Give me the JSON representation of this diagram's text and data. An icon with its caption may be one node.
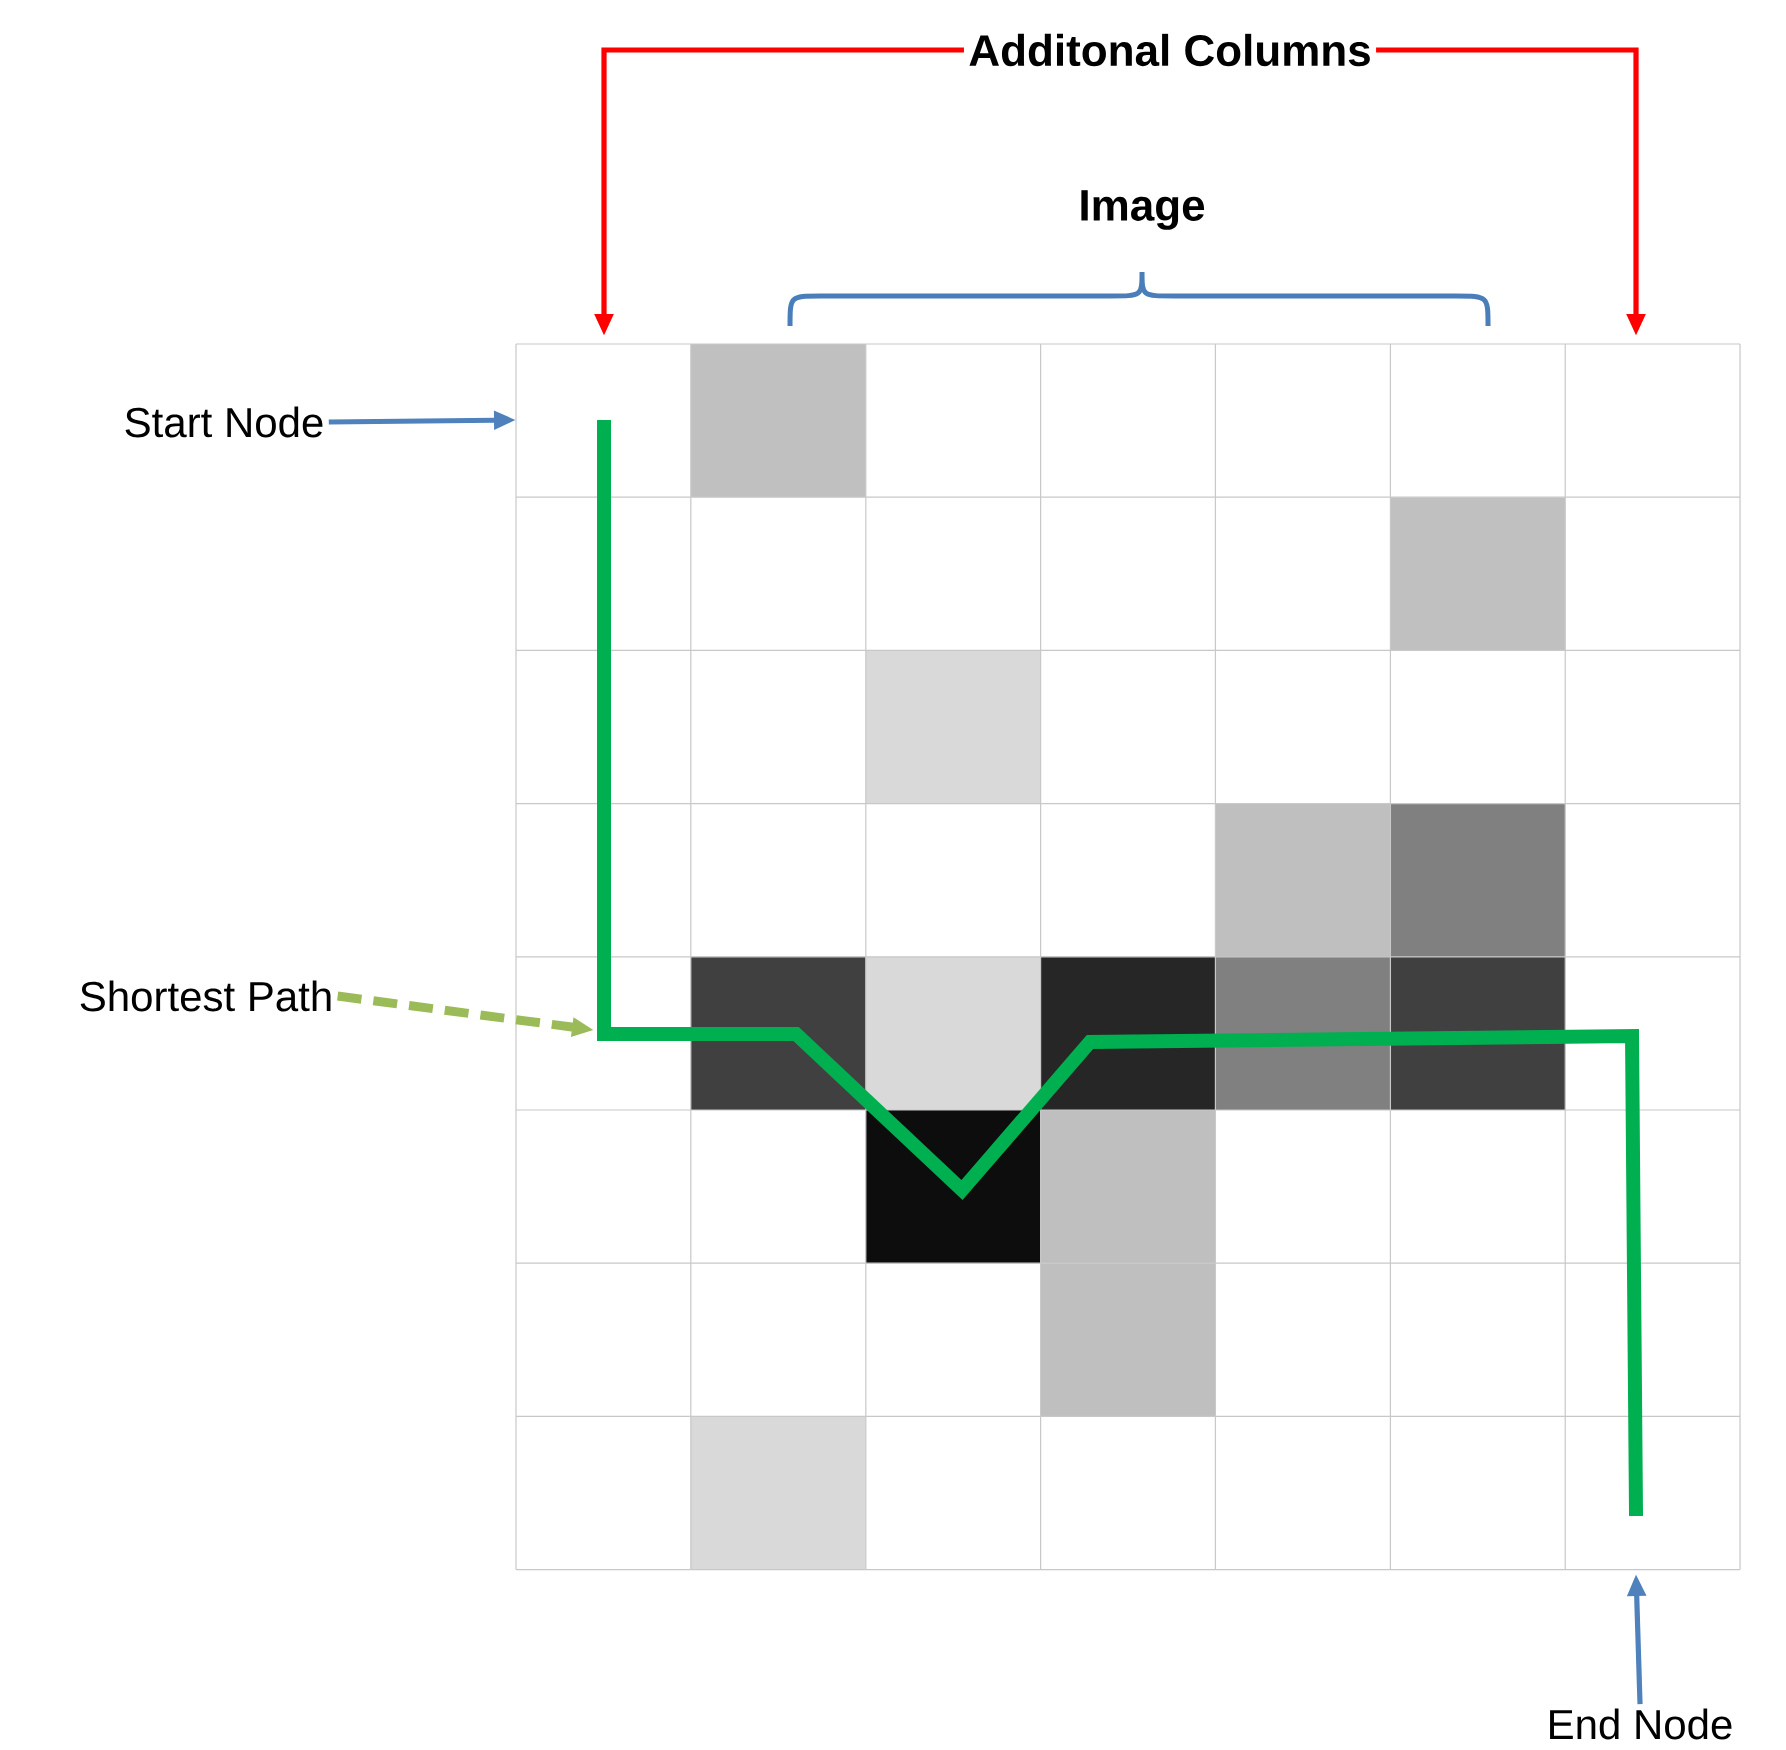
{
  "diagram": {
    "nodes": [
      {
        "text": [
          "Additonal Columns"
        ]
      },
      {
        "text": [
          "Start Node"
        ]
      },
      {
        "text": [
          "Shortest Path"
        ]
      },
      {
        "text": [
          "End Node"
        ]
      }
    ],
    "edges": [
      {
        "from": 0,
        "to": null,
        "arrow": "to",
        "color": "#ff0000"
      },
      {
        "from": 0,
        "to": null,
        "arrow": "to",
        "color": "#ff0000"
      },
      {
        "from": 1,
        "to": null,
        "arrow": "to",
        "color": "#4f81bd"
      },
      {
        "from": 2,
        "to": null,
        "arrow": "to",
        "style": "dashed",
        "color": "#9bbb59"
      },
      {
        "from": 3,
        "to": null,
        "arrow": "to",
        "color": "#4f81bd"
      }
    ],
    "labels": [
      "Image"
    ]
  }
}
